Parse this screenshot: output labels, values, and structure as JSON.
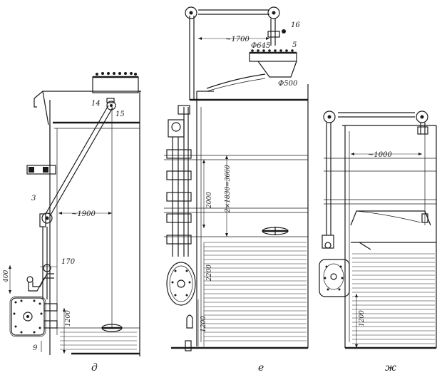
{
  "figure": {
    "panels": [
      {
        "caption": "д",
        "dims": {
          "d1900": "~1900",
          "d170": "170",
          "d400": "400",
          "d1200": "1200"
        },
        "callouts": {
          "c3": "3",
          "c9": "9",
          "c14": "14",
          "c15": "15"
        }
      },
      {
        "caption": "е",
        "dims": {
          "d1700": "~1700",
          "dphi645": "Ф645",
          "dphi500": "Ф500",
          "d2000": "2000",
          "d2x1830": "2×1830=3660",
          "d2200": "2200",
          "d1200": "1200"
        },
        "callouts": {
          "c5": "5",
          "c16": "16"
        }
      },
      {
        "caption": "ж",
        "dims": {
          "d1000": "~1000",
          "d1200": "1200"
        }
      }
    ]
  }
}
